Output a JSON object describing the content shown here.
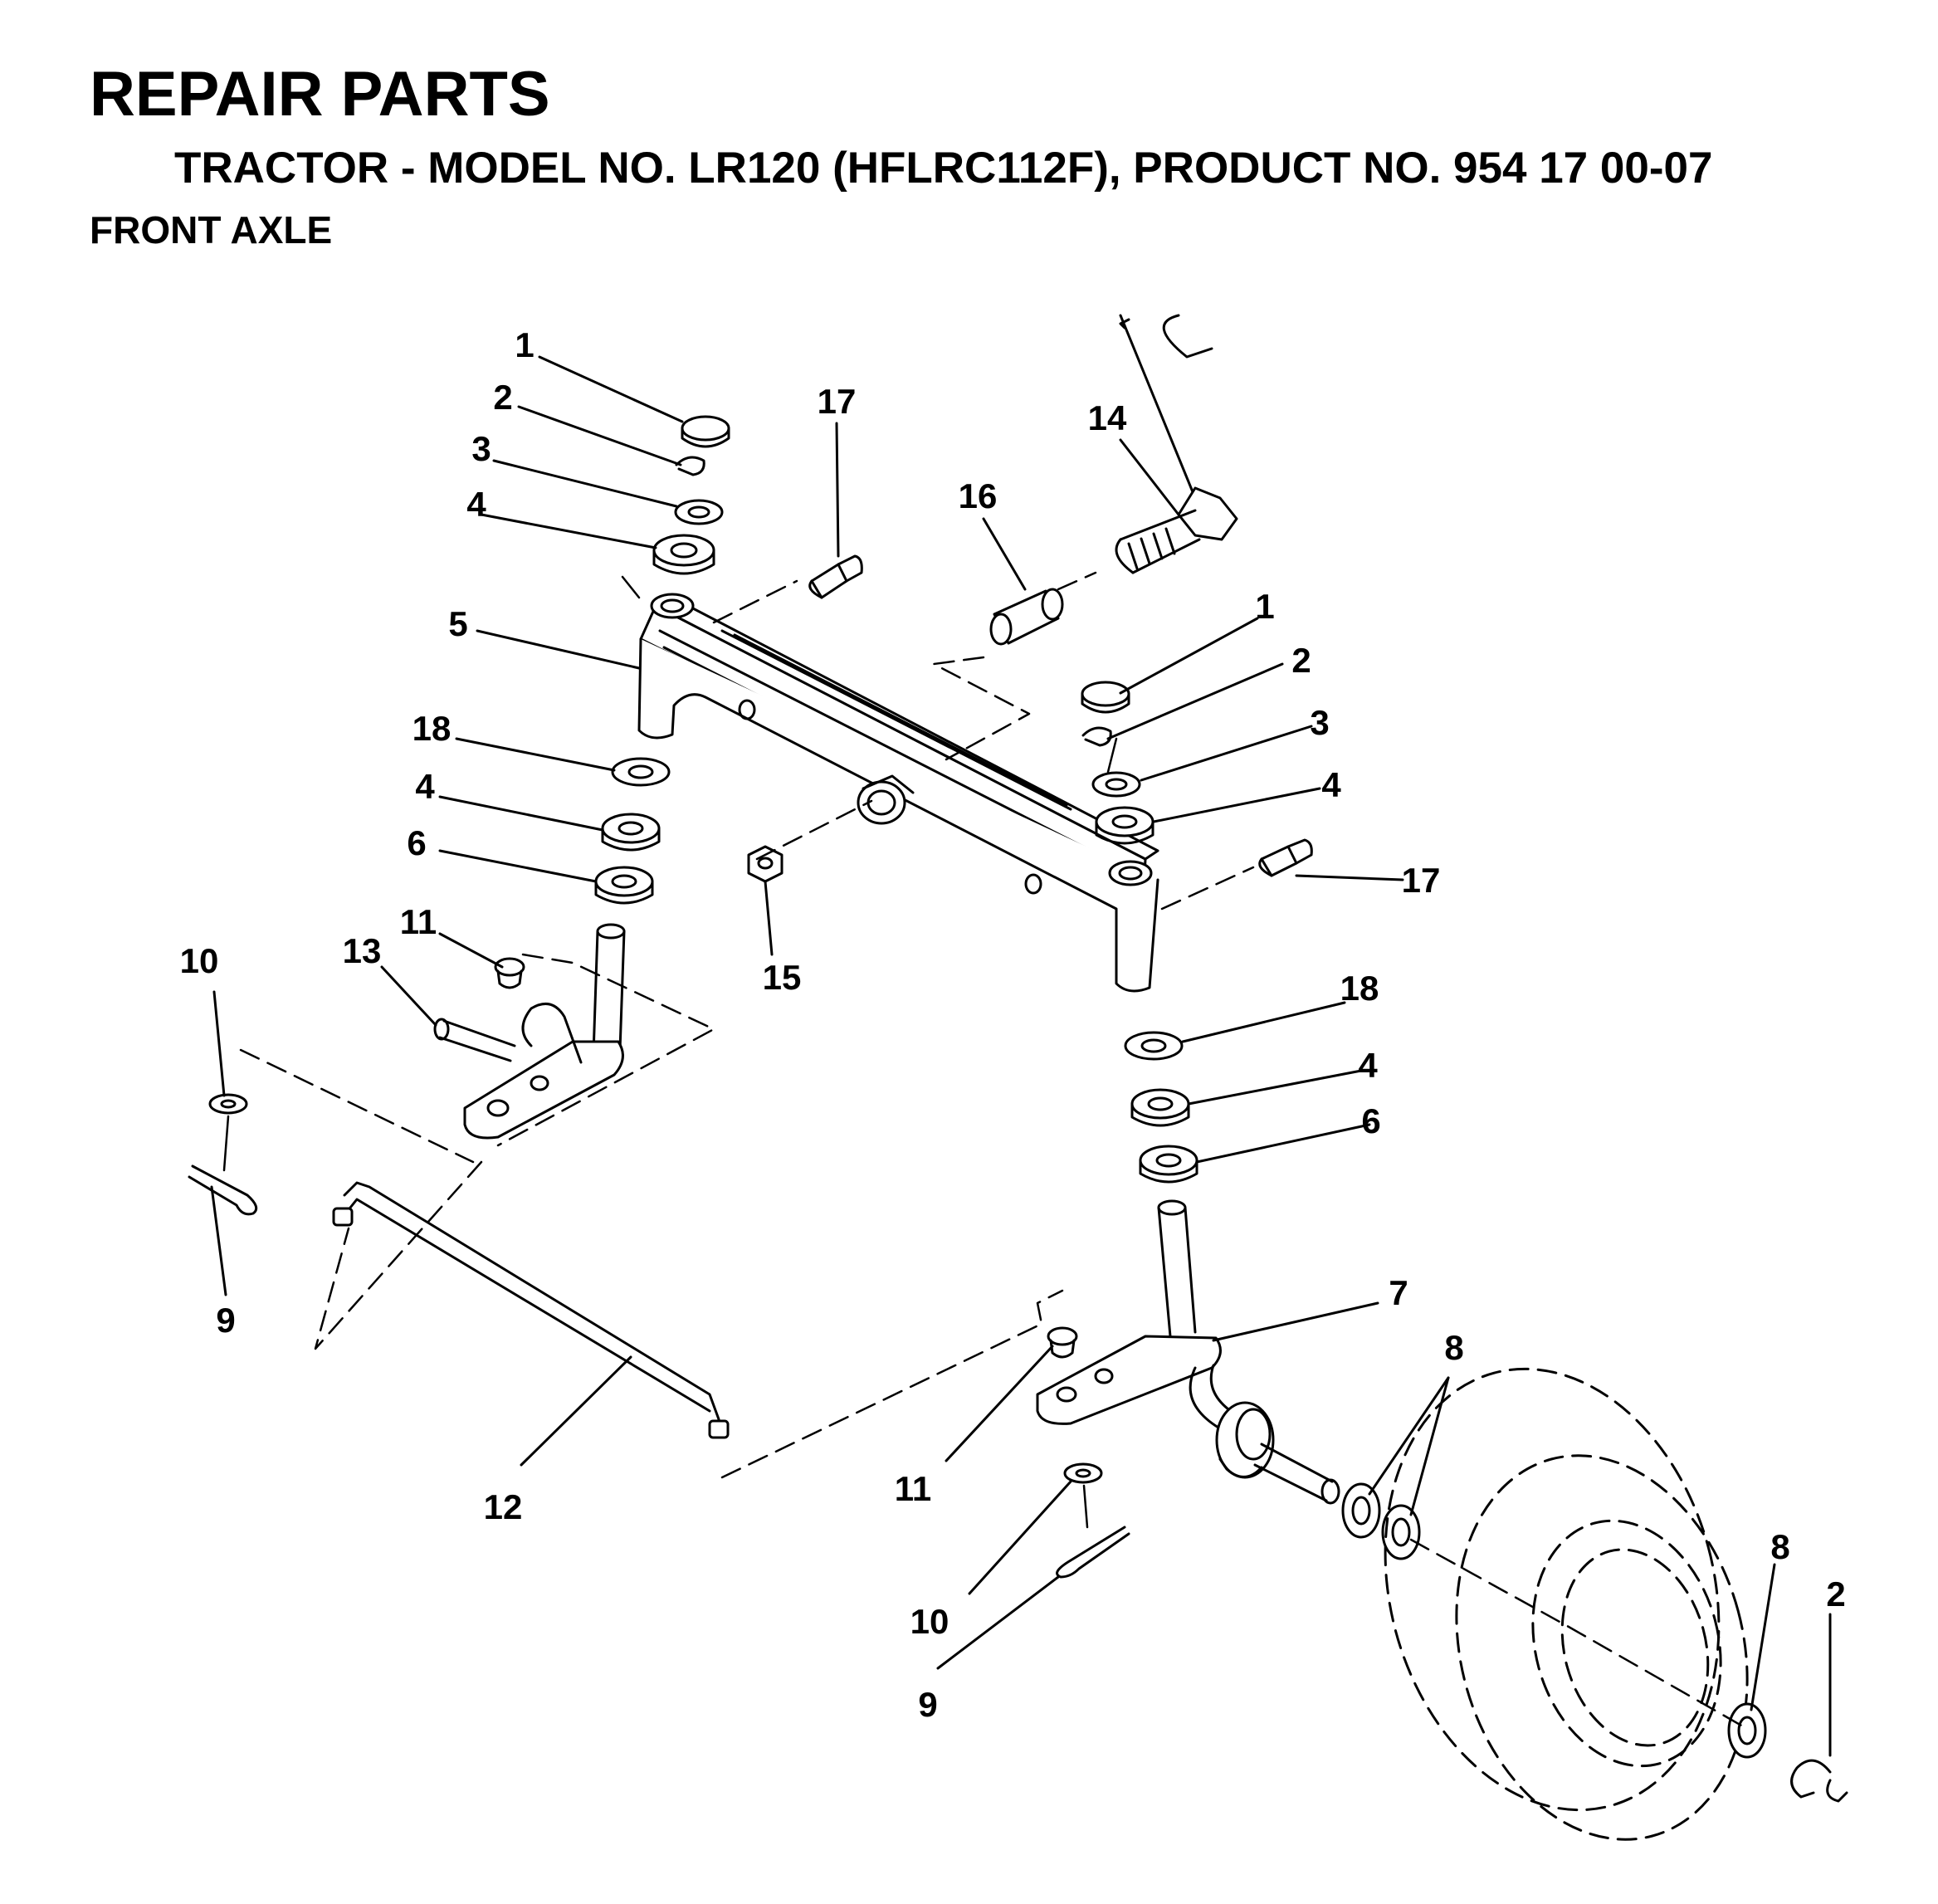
{
  "header": {
    "title": "REPAIR PARTS",
    "subtitle": "TRACTOR - MODEL NO. LR120 (HFLRC112F), PRODUCT NO. 954 17 00-07",
    "section": "FRONT AXLE"
  },
  "callouts": [
    {
      "part": "1"
    },
    {
      "part": "2"
    },
    {
      "part": "3"
    },
    {
      "part": "4"
    },
    {
      "part": "17"
    },
    {
      "part": "14"
    },
    {
      "part": "16"
    },
    {
      "part": "5"
    },
    {
      "part": "1"
    },
    {
      "part": "2"
    },
    {
      "part": "3"
    },
    {
      "part": "4"
    },
    {
      "part": "18"
    },
    {
      "part": "4"
    },
    {
      "part": "6"
    },
    {
      "part": "17"
    },
    {
      "part": "11"
    },
    {
      "part": "13"
    },
    {
      "part": "10"
    },
    {
      "part": "15"
    },
    {
      "part": "18"
    },
    {
      "part": "4"
    },
    {
      "part": "6"
    },
    {
      "part": "9"
    },
    {
      "part": "7"
    },
    {
      "part": "8"
    },
    {
      "part": "12"
    },
    {
      "part": "11"
    },
    {
      "part": "10"
    },
    {
      "part": "9"
    },
    {
      "part": "8"
    },
    {
      "part": "2"
    }
  ]
}
